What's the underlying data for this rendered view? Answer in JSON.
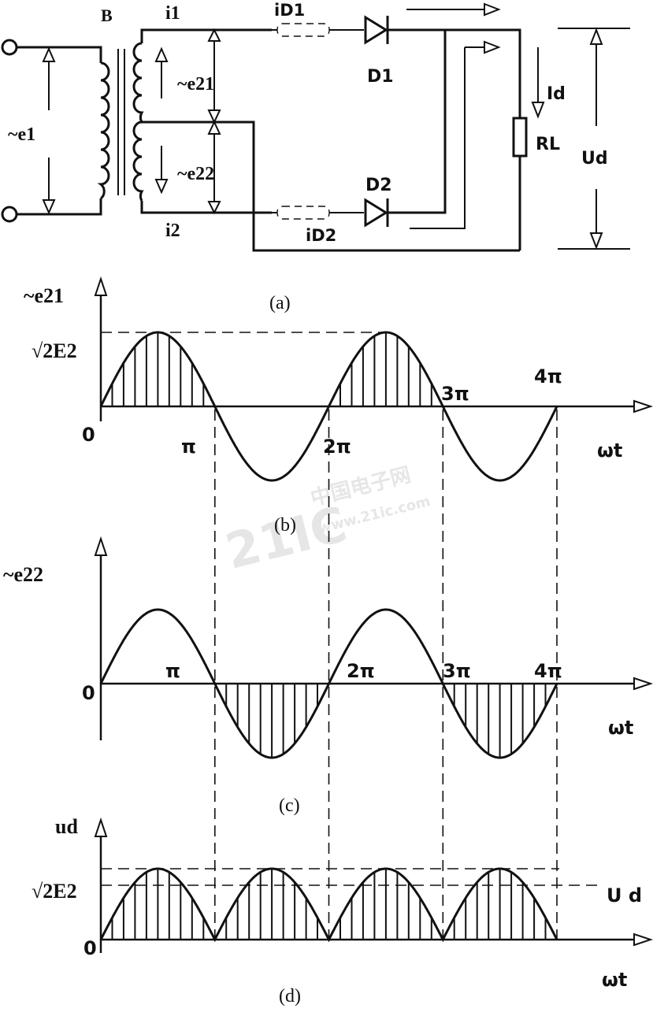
{
  "watermark": {
    "big": "21IC",
    "small": "中国电子网",
    "sub": "www.21ic.com"
  },
  "circuit": {
    "input_voltage": "~e1",
    "transformer": "B",
    "current_top": "i1",
    "current_bottom": "i2",
    "secondary_top": "~e21",
    "secondary_bottom": "~e22",
    "diode_current_1": "iD1",
    "diode_current_2": "iD2",
    "diode_1": "D1",
    "diode_2": "D2",
    "load_current": "Id",
    "load": "RL",
    "output_voltage": "Ud"
  },
  "panel_a": {
    "caption": "(a)"
  },
  "panel_b": {
    "caption": "(b)",
    "y_label": "~e21",
    "amplitude_label": "√2E2",
    "origin": "0",
    "x_label": "ωt",
    "ticks": [
      "π",
      "2π",
      "3π",
      "4π"
    ]
  },
  "panel_c": {
    "caption": "(c)",
    "y_label": "~e22",
    "origin": "0",
    "x_label": "ωt",
    "ticks": [
      "π",
      "2π",
      "3π",
      "4π"
    ]
  },
  "panel_d": {
    "caption": "(d)",
    "y_label": "ud",
    "amplitude_label": "√2E2",
    "origin": "0",
    "x_label": "ωt",
    "mean_label": "U d"
  }
}
